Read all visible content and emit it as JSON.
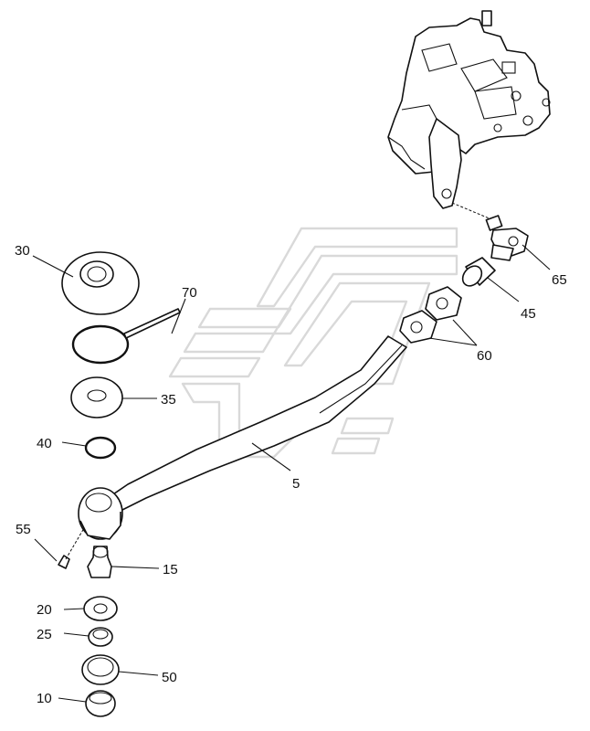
{
  "callouts": [
    {
      "id": "c30",
      "text": "30"
    },
    {
      "id": "c70",
      "text": "70"
    },
    {
      "id": "c35",
      "text": "35"
    },
    {
      "id": "c40",
      "text": "40"
    },
    {
      "id": "c55",
      "text": "55"
    },
    {
      "id": "c15",
      "text": "15"
    },
    {
      "id": "c20",
      "text": "20"
    },
    {
      "id": "c25",
      "text": "25"
    },
    {
      "id": "c50",
      "text": "50"
    },
    {
      "id": "c10",
      "text": "10"
    },
    {
      "id": "c5",
      "text": "5"
    },
    {
      "id": "c60",
      "text": "60"
    },
    {
      "id": "c45",
      "text": "45"
    },
    {
      "id": "c65",
      "text": "65"
    }
  ]
}
